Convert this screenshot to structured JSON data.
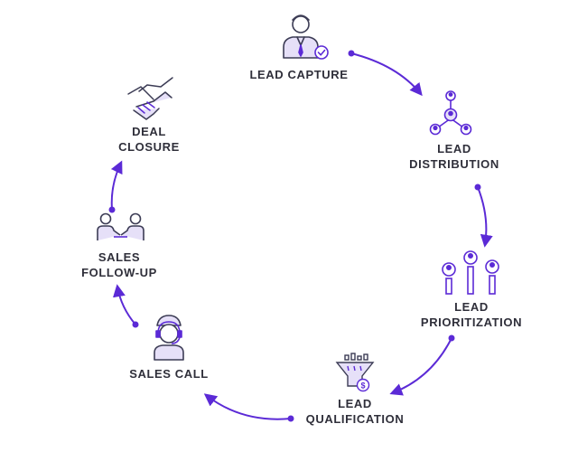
{
  "colors": {
    "accent": "#5b2ad6",
    "icon_dark": "#3c3c55",
    "icon_light": "#e6e0f8",
    "text": "#2f2f3a"
  },
  "stages": [
    {
      "icon": "businessman-check-icon",
      "lines": [
        "LEAD CAPTURE"
      ]
    },
    {
      "icon": "network-distribution-icon",
      "lines": [
        "LEAD",
        "DISTRIBUTION"
      ]
    },
    {
      "icon": "people-ranking-icon",
      "lines": [
        "LEAD",
        "PRIORITIZATION"
      ]
    },
    {
      "icon": "funnel-dollar-icon",
      "lines": [
        "LEAD",
        "QUALIFICATION"
      ]
    },
    {
      "icon": "call-center-agent-icon",
      "lines": [
        "SALES CALL"
      ]
    },
    {
      "icon": "two-people-handshake-icon",
      "lines": [
        "SALES",
        "FOLLOW-UP"
      ]
    },
    {
      "icon": "handshake-icon",
      "lines": [
        "DEAL",
        "CLOSURE"
      ]
    }
  ]
}
